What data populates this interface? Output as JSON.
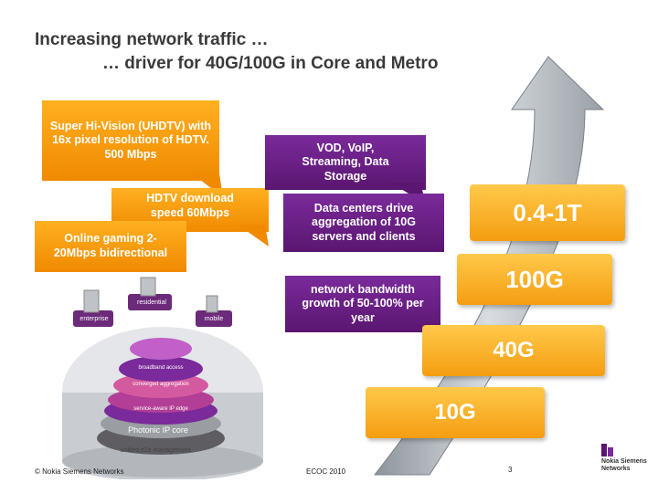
{
  "slide": {
    "title": "Increasing network traffic …",
    "subtitle": "… driver for 40G/100G in Core and Metro"
  },
  "bubbles": {
    "uhdtv": "Super Hi-Vision (UHDTV) with 16x pixel resolution of HDTV. 500 Mbps",
    "hdtv": "HDTV download speed 60Mbps",
    "gaming": "Online gaming 2-20Mbps bidirectional",
    "vod": "VOD, VoIP, Streaming, Data Storage",
    "datacenter": "Data centers drive aggregation of 10G servers and clients",
    "bandwidth": "network bandwidth growth of 50-100% per year"
  },
  "speeds": {
    "s1": "0.4-1T",
    "s2": "100G",
    "s3": "40G",
    "s4": "10G"
  },
  "network": {
    "enterprise": "enterprise",
    "residential": "residential",
    "mobile": "mobile",
    "broadband": "broadband access",
    "aggregation": "converged aggregation",
    "edge": "service-aware IP edge",
    "core": "Photonic IP core",
    "management": "unified e2e management"
  },
  "footer": {
    "copyright": "© Nokia Siemens Networks",
    "event": "ECOC 2010",
    "page": "3",
    "logo_line1": "Nokia Siemens",
    "logo_line2": "Networks"
  },
  "colors": {
    "orange": "#f39200",
    "purple": "#5a1670",
    "arrow": "#a9afb6"
  }
}
